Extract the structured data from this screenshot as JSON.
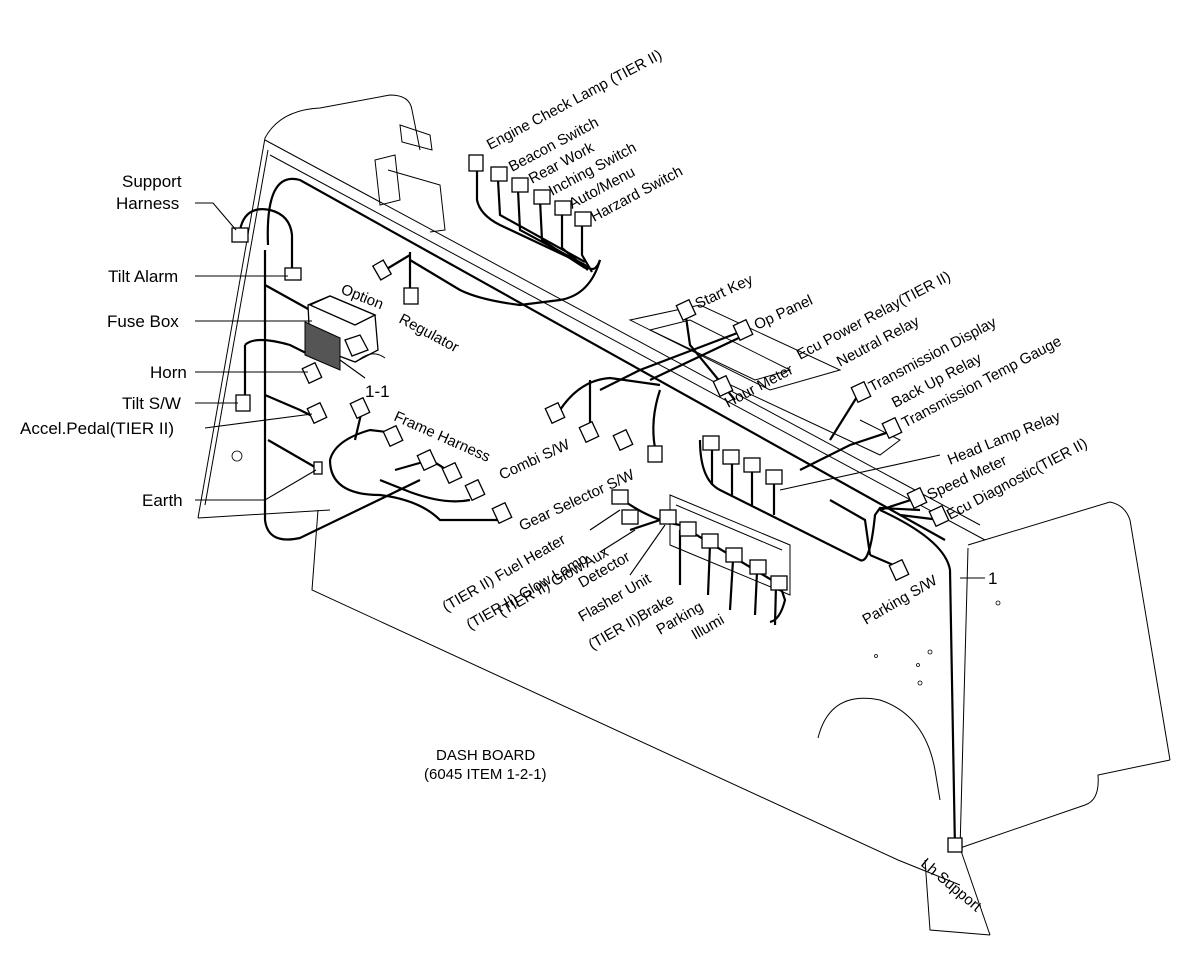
{
  "labels": {
    "support_harness_1": "Support",
    "support_harness_2": "Harness",
    "tilt_alarm": "Tilt Alarm",
    "fuse_box": "Fuse Box",
    "horn": "Horn",
    "tilt_sw": "Tilt S/W",
    "accel_pedal": "Accel.Pedal(TIER II)",
    "earth": "Earth",
    "option": "Option",
    "regulator": "Regulator",
    "item_1_1": "1-1",
    "frame_harness": "Frame Harness",
    "combi_sw": "Combi S/W",
    "gear_selector": "Gear Selector S/W",
    "engine_check": "Engine Check Lamp (TIER II)",
    "beacon_switch": "Beacon Switch",
    "rear_work": "Rear Work",
    "inching_switch": "Inching Switch",
    "auto_menu": "Auto/Menu",
    "harzard_switch": "Harzard Switch",
    "start_key": "Start Key",
    "op_panel": "Op Panel",
    "hour_meter": "Hour Meter",
    "ecu_power_relay": "Ecu Power Relay(TIER II)",
    "neutral_relay": "Neutral Relay",
    "transmission_display": "Transmission Display",
    "back_up_relay": "Back Up Relay",
    "transmission_temp": "Transmission Temp Gauge",
    "head_lamp_relay": "Head Lamp Relay",
    "speed_meter": "Speed Meter",
    "ecu_diagnostic": "Ecu Diagnostic(TIER II)",
    "fuel_heater": "(TIER II) Fuel Heater",
    "glow_lamp": "(TIER II) Glow Lamp",
    "glow_aux": "(TIER II) Glow Aux",
    "detector": "Detector",
    "flasher_unit": "Flasher Unit",
    "brake": "(TIER II)Brake",
    "parking": "Parking",
    "illumi": "Illumi",
    "parking_sw": "Parking S/W",
    "item_1": "1",
    "dash_board_1": "DASH BOARD",
    "dash_board_2": "(6045 ITEM 1-2-1)",
    "lh_support": "Lh Support"
  }
}
